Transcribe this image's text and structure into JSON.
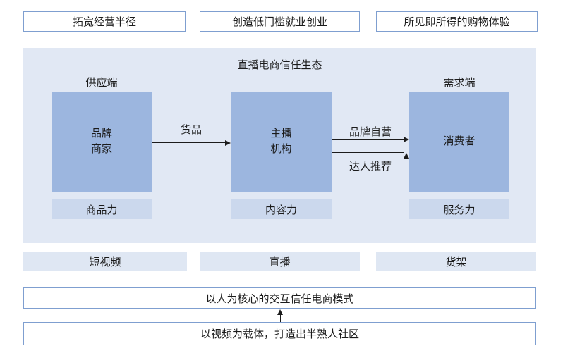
{
  "colors": {
    "panel_bg": "#e1e8f4",
    "dark_node_bg": "#9cb6df",
    "capability_box_bg": "#cbd8ed",
    "channel_box_bg": "#dfe7f3",
    "outline_border": "#7f9fd0",
    "text": "#1b1b1b",
    "arrow": "#1b1b1b"
  },
  "top_benefits": [
    "拓宽经营半径",
    "创造低门槛就业创业",
    "所见即所得的购物体验"
  ],
  "ecosystem": {
    "title": "直播电商信任生态",
    "supply_side_label": "供应端",
    "demand_side_label": "需求端",
    "brand_node": "品牌\n商家",
    "anchor_node": "主播\n机构",
    "consumer_node": "消费者",
    "goods_arrow_label": "货品",
    "brand_self_arrow_label": "品牌自营",
    "influencer_arrow_label": "达人推荐",
    "capabilities": [
      "商品力",
      "内容力",
      "服务力"
    ]
  },
  "channels": [
    "短视频",
    "直播",
    "货架"
  ],
  "model_statement": "以人为核心的交互信任电商模式",
  "foundation_statement": "以视频为载体，打造出半熟人社区"
}
